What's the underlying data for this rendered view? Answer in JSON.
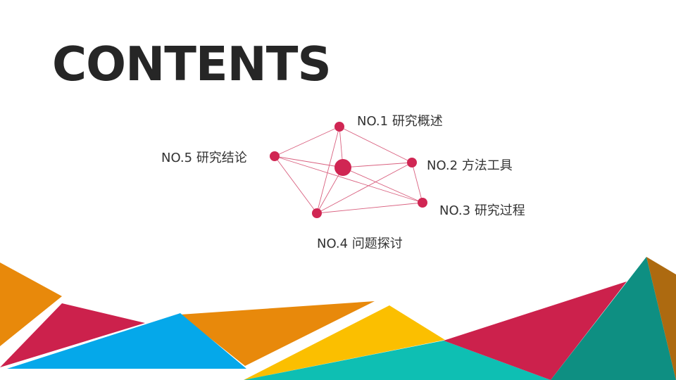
{
  "slide": {
    "title": "CONTENTS",
    "toc": [
      {
        "number": "NO.1",
        "text": "研究概述"
      },
      {
        "number": "NO.2",
        "text": "方法工具"
      },
      {
        "number": "NO.3",
        "text": "研究过程"
      },
      {
        "number": "NO.4",
        "text": "问题探讨"
      },
      {
        "number": "NO.5",
        "text": "研究结论"
      }
    ]
  },
  "colors": {
    "title": "#262626",
    "text": "#333333",
    "node": "#d02653",
    "link": "#d9607f",
    "orange": "#e8890b",
    "crimson": "#cc214c",
    "blue": "#05a8ea",
    "yellow": "#fbbf00",
    "teal": "#0ebfb3",
    "dark_teal": "#0e8f82",
    "brown": "#ad6a10"
  }
}
